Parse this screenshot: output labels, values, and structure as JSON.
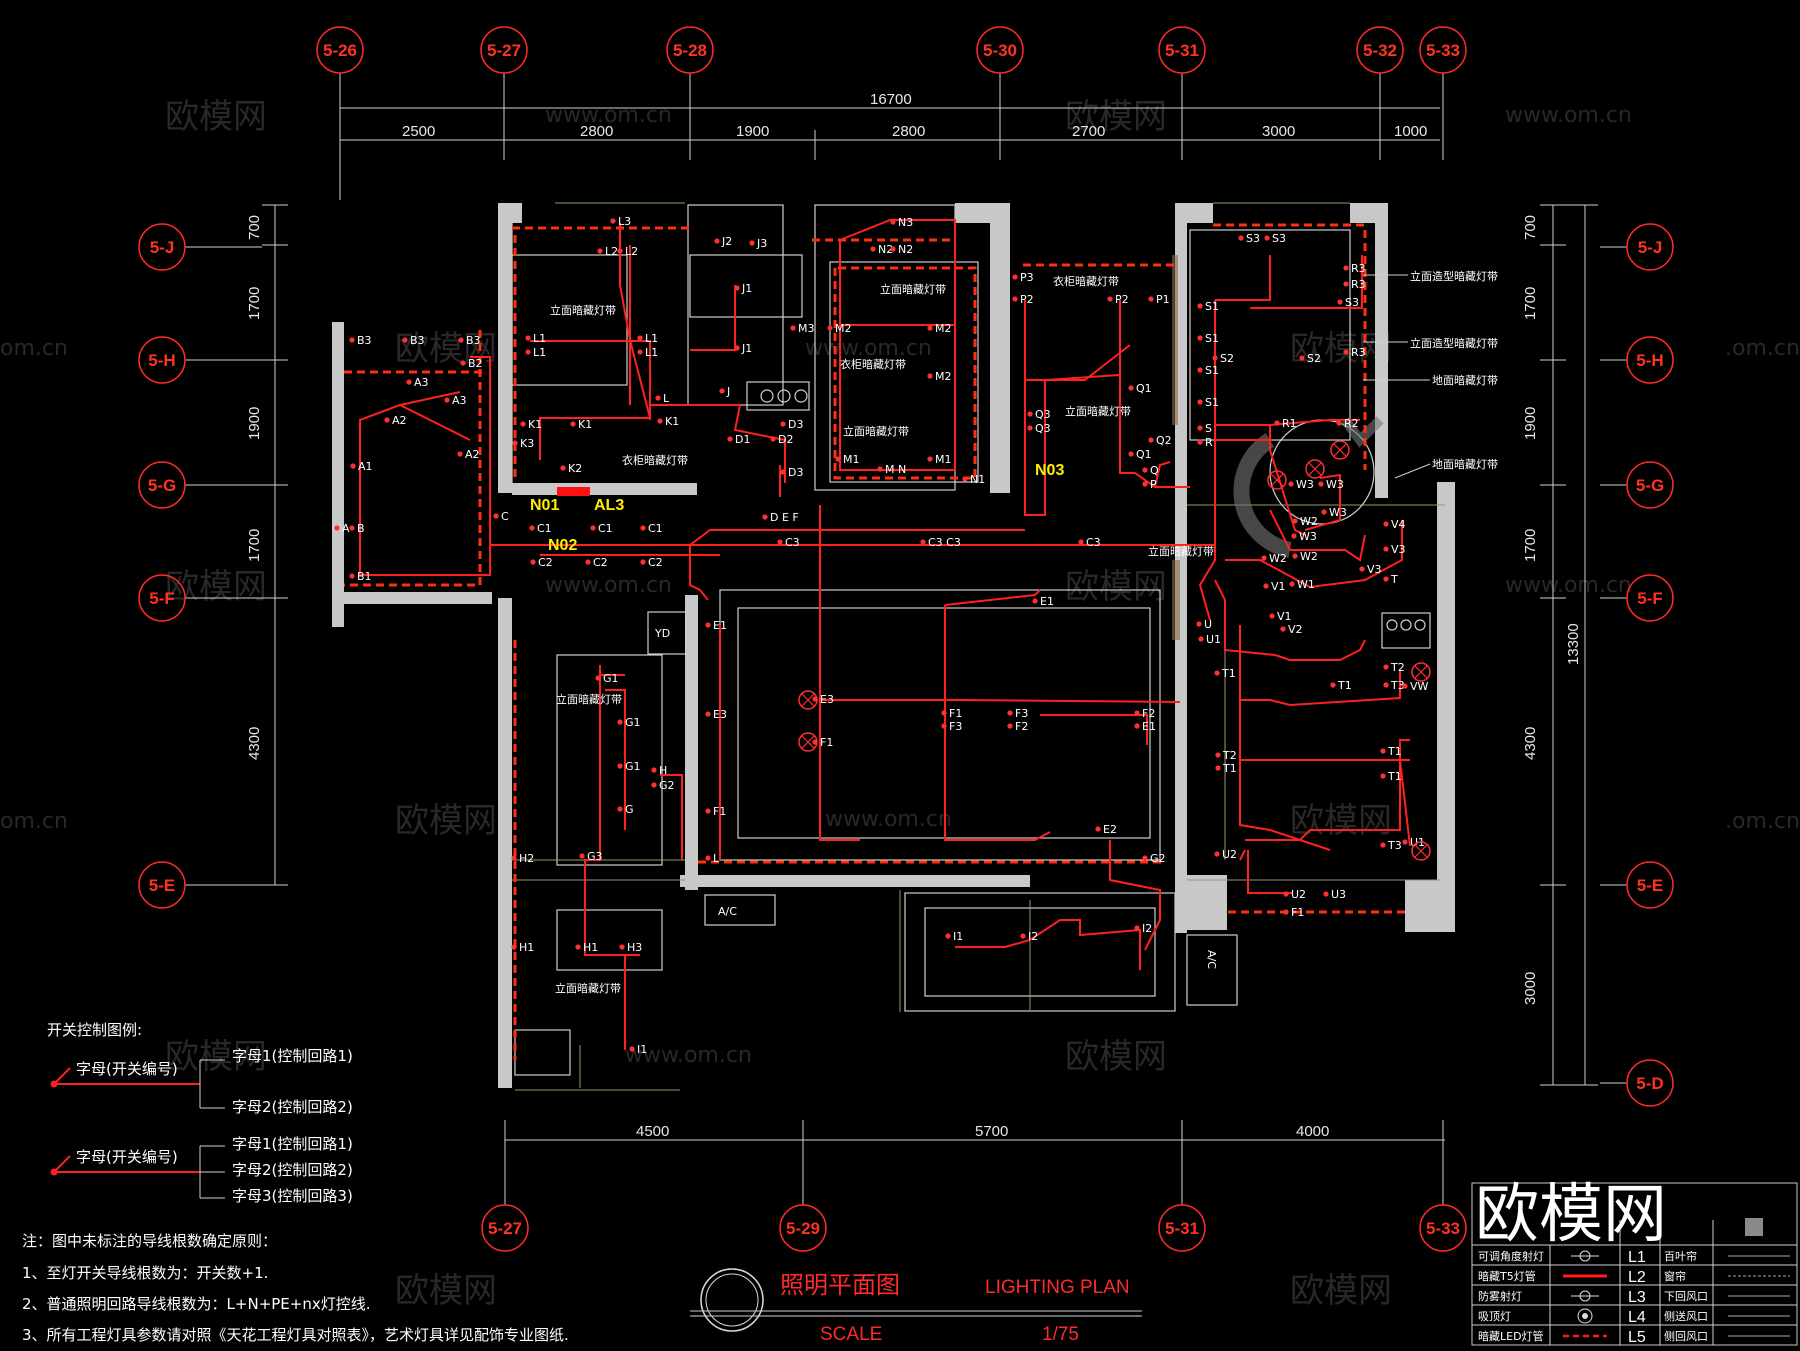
{
  "title": {
    "cn": "照明平面图",
    "en": "LIGHTING PLAN",
    "scale_label": "SCALE",
    "scale_value": "1/75"
  },
  "grid_top": [
    "5-26",
    "5-27",
    "5-28",
    "5-30",
    "5-31",
    "5-32",
    "5-33"
  ],
  "grid_bottom": [
    "5-27",
    "5-29",
    "5-31",
    "5-33"
  ],
  "grid_left": [
    "5-J",
    "5-H",
    "5-G",
    "5-F",
    "5-E"
  ],
  "grid_right": [
    "5-J",
    "5-H",
    "5-G",
    "5-F",
    "5-E",
    "5-D"
  ],
  "dims_top_total": "16700",
  "dims_top": [
    "2500",
    "2800",
    "1900",
    "2800",
    "2700",
    "3000",
    "1000"
  ],
  "dims_bottom": [
    "4500",
    "5700",
    "4000"
  ],
  "dims_left": [
    "700",
    "1700",
    "1900",
    "1700",
    "4300"
  ],
  "dims_right": [
    "700",
    "1700",
    "1900",
    "1700",
    "4300",
    "3000"
  ],
  "dims_right_total": "13300",
  "watermarks": [
    "欧模网",
    "www.om.cn",
    ".om.cn",
    "om.cn"
  ],
  "panels": {
    "n01": "N01",
    "al3": "AL3",
    "n02": "N02",
    "n03": "N03"
  },
  "room_labels": {
    "lm1": "立面暗藏灯带",
    "lm2": "立面暗藏灯带",
    "lm3": "立面暗藏灯带",
    "lm4": "立面暗藏灯带",
    "lm5": "立面暗藏灯带",
    "lm6": "立面暗藏灯带",
    "lm7": "立面暗藏灯带",
    "yg1": "衣柜暗藏灯带",
    "yg2": "衣柜暗藏灯带",
    "yg3": "衣柜暗藏灯带",
    "lz1": "立面造型暗藏灯带",
    "lz2": "立面造型暗藏灯带",
    "dm1": "地面暗藏灯带",
    "dm2": "地面暗藏灯带"
  },
  "equip_labels": {
    "yd": "YD",
    "ac1": "A/C",
    "ac2": "A/C"
  },
  "legend": {
    "heading": "开关控制图例:",
    "switch_label_1": "字母(开关编号)",
    "switch_label_2": "字母(开关编号)",
    "g1": [
      "字母1(控制回路1)",
      "字母2(控制回路2)"
    ],
    "g2": [
      "字母1(控制回路1)",
      "字母2(控制回路2)",
      "字母3(控制回路3)"
    ]
  },
  "notes": [
    "注：图中未标注的导线根数确定原则：",
    "1、至灯开关导线根数为：开关数+1.",
    "2、普通照明回路导线根数为：L+N+PE+nx灯控线.",
    "3、所有工程灯具参数请对照《天花工程灯具对照表》，艺术灯具详见配饰专业图纸."
  ],
  "symbol_table": {
    "logo": "欧模网",
    "rows": [
      {
        "name": "可调角度射灯",
        "code": "L1",
        "name2": "百叶帘"
      },
      {
        "name": "暗藏T5灯管",
        "code": "L2",
        "name2": "窗帘"
      },
      {
        "name": "防雾射灯",
        "code": "L3",
        "name2": "下回风口"
      },
      {
        "name": "吸顶灯",
        "code": "L4",
        "name2": "侧送风口"
      },
      {
        "name": "暗藏LED灯管",
        "code": "L5",
        "name2": "侧回风口"
      }
    ]
  },
  "fixtures": [
    "L3",
    "L2",
    "L2",
    "L1",
    "L1",
    "L1",
    "L1",
    "L",
    "K1",
    "K1",
    "K3",
    "K1",
    "K2",
    "J2",
    "J3",
    "J1",
    "J1",
    "J",
    "D1",
    "D2",
    "D3",
    "D3",
    "N3",
    "N2",
    "N2",
    "M3",
    "M2",
    "M2",
    "M2",
    "M1",
    "M N",
    "M1",
    "N1",
    "B3",
    "B3",
    "B3",
    "B2",
    "A3",
    "A3",
    "A2",
    "A2",
    "A1",
    "A",
    "B",
    "B1",
    "C",
    "C1",
    "C1",
    "C1",
    "C2",
    "C2",
    "C2",
    "D E F",
    "C3",
    "C3 C3",
    "C3",
    "P3",
    "P2",
    "P2",
    "P1",
    "Q1",
    "Q3",
    "Q3",
    "Q2",
    "Q1",
    "Q",
    "P",
    "S3",
    "S3",
    "S1",
    "S1",
    "S1",
    "S1",
    "S2",
    "S2",
    "S3",
    "R3",
    "R3",
    "R3",
    "R1",
    "R2",
    "S",
    "R",
    "W3",
    "W3",
    "W3",
    "W2",
    "W3",
    "W2",
    "W1",
    "W2",
    "V1",
    "V1",
    "V2",
    "V3",
    "V4",
    "V3",
    "T",
    "U",
    "U1",
    "T1",
    "T1",
    "T3",
    "VW",
    "T2",
    "T2",
    "T1",
    "T1",
    "T1",
    "T3",
    "U1",
    "U2",
    "U2",
    "U3",
    "F1",
    "E1",
    "E1",
    "E3",
    "E3",
    "F1",
    "F1",
    "F3",
    "F3",
    "F2",
    "F2",
    "E1",
    "F1",
    "E2",
    "L",
    "G2",
    "G1",
    "G1",
    "G1",
    "G",
    "H",
    "G2",
    "G3",
    "H2",
    "H1",
    "H1",
    "H3",
    "I1",
    "I1",
    "I2",
    "I2"
  ]
}
